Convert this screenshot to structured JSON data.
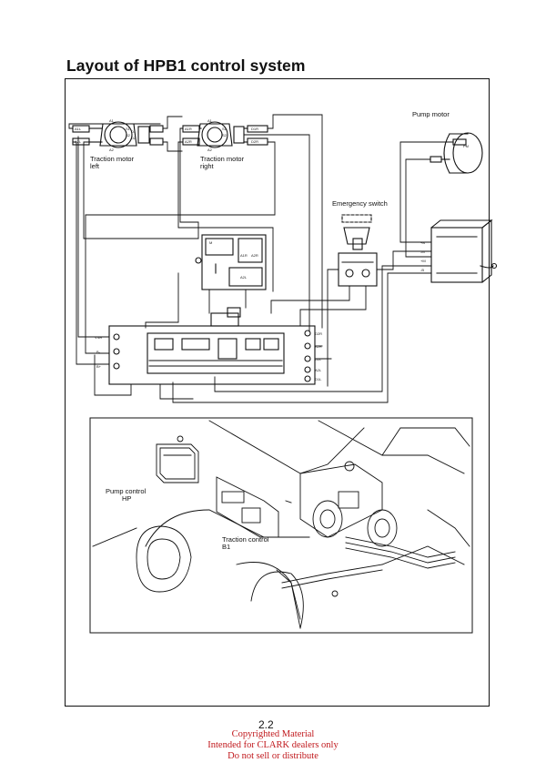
{
  "page": {
    "title": "Layout of HPB1 control system",
    "page_number": "2.2"
  },
  "wiring_diagram": {
    "traction_motor_left": {
      "line1": "Traction motor",
      "line2": "left",
      "terminals": [
        "A1L",
        "A2L",
        "S1",
        "S2",
        "D1",
        "D2",
        "A1",
        "A2"
      ]
    },
    "traction_motor_right": {
      "line1": "Traction motor",
      "line2": "right",
      "terminals": [
        "A1R",
        "A2R",
        "D1R",
        "D2R",
        "S1",
        "S2",
        "A1",
        "A2"
      ]
    },
    "pump_motor": {
      "label": "Pump motor",
      "symbol": "PM"
    },
    "emergency_switch": {
      "label": "Emergency switch"
    },
    "main_contactor": {
      "symbol": "M",
      "terminals": [
        "A1R",
        "A2R",
        "A2L"
      ]
    },
    "controller_terminals_left": [
      "VNR",
      "B-",
      "B+"
    ],
    "controller_terminals_right": [
      "D2R",
      "A2R",
      "D2L",
      "A2L",
      "D1L"
    ],
    "pump_controller_terminals": [
      "+B",
      "-M",
      "+M",
      "-B"
    ]
  },
  "installation_view": {
    "pump_control": {
      "line1": "Pump control",
      "line2": "HP"
    },
    "traction_control": {
      "line1": "Traction control",
      "line2": "B1"
    }
  },
  "footer": {
    "line1": "Copyrighted Material",
    "line2": "Intended for CLARK dealers only",
    "line3": "Do not sell or distribute"
  },
  "colors": {
    "ink": "#111111",
    "copyright_red": "#c0181c"
  }
}
